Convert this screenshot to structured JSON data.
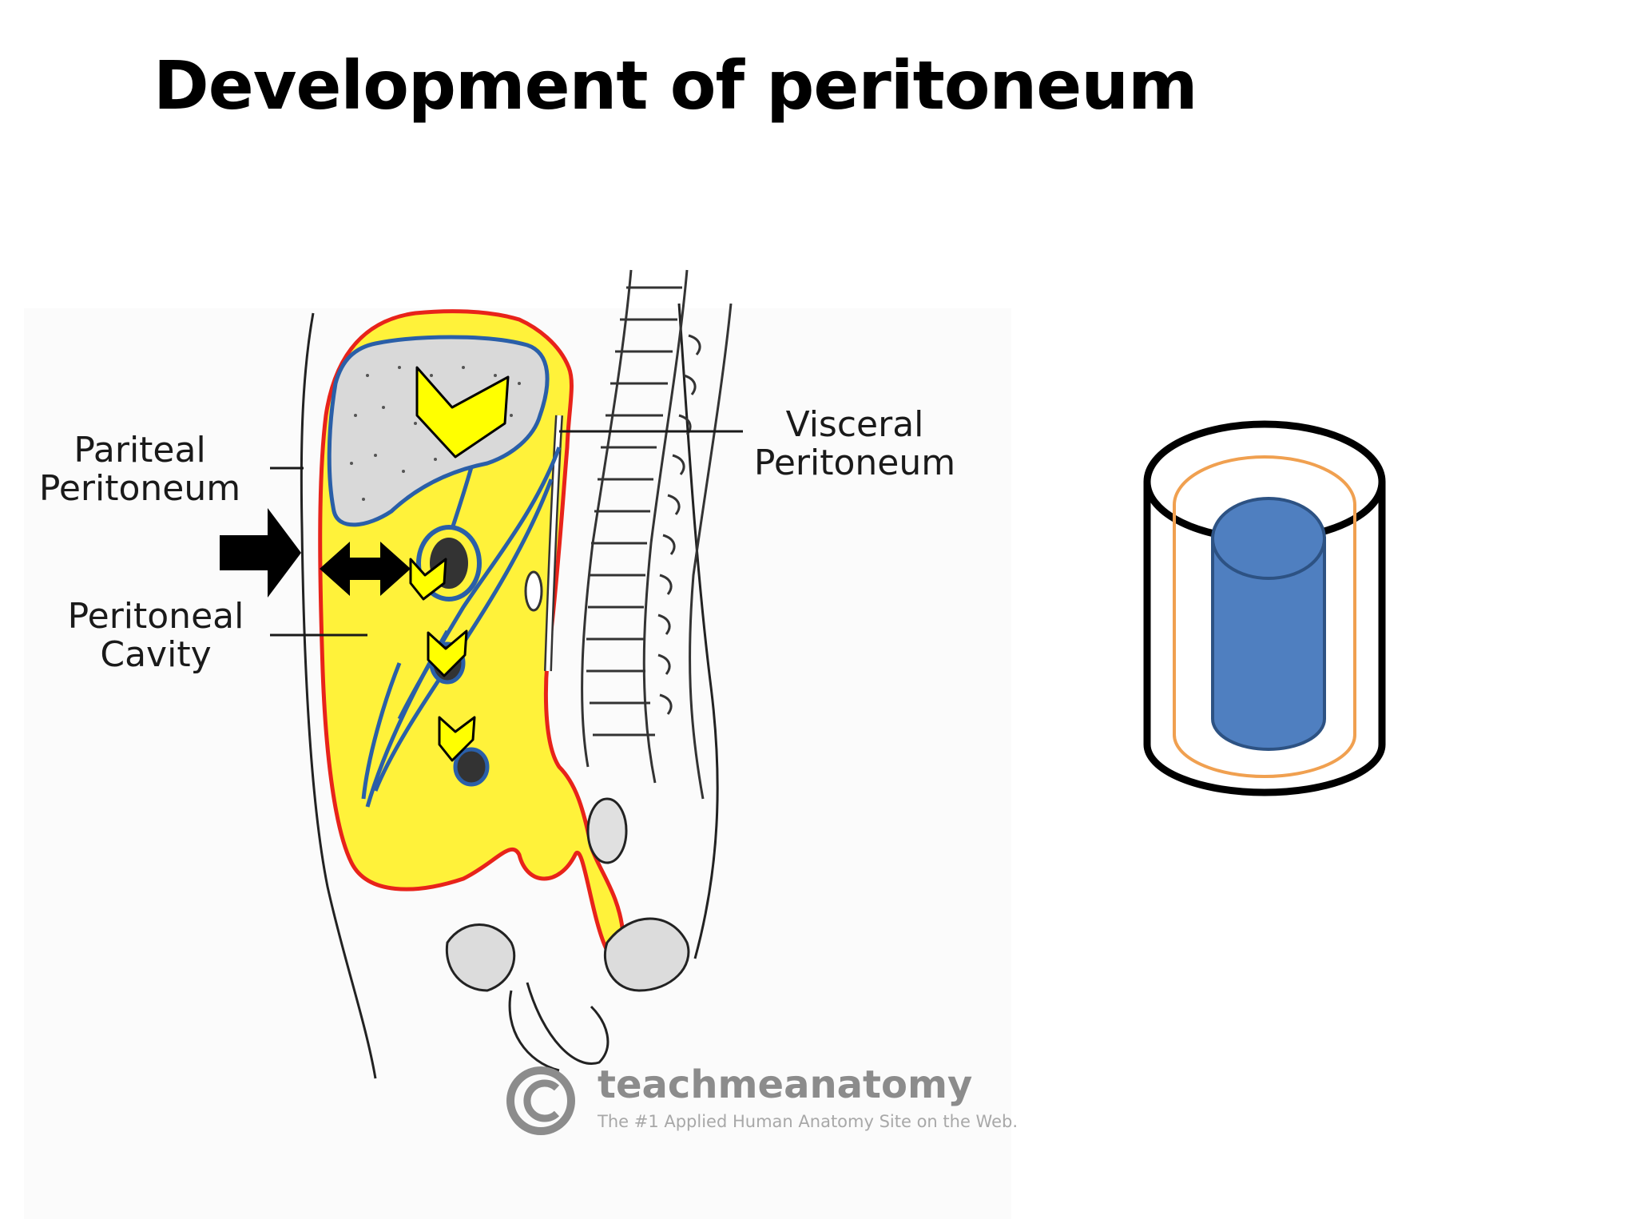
{
  "slide": {
    "title": "Development of peritoneum"
  },
  "labels": {
    "parietal": [
      "Pariteal",
      "Peritoneum"
    ],
    "peritoneal_cavity": [
      "Peritoneal",
      "Cavity"
    ],
    "visceral": [
      "Visceral",
      "Peritoneum"
    ]
  },
  "watermark": {
    "symbol": "©",
    "brand": "teachmeanatomy",
    "tagline": "The #1 Applied Human Anatomy Site on the Web."
  },
  "colors": {
    "peritoneal_cavity_fill": "#fff23a",
    "parietal_line": "#e8231a",
    "visceral_line": "#2a5fa8",
    "chevron_fill": "#ffff00",
    "cylinder_outer": "#000000",
    "cylinder_middle": "#f0a050",
    "cylinder_inner": "#4f7fc0"
  },
  "icons": {
    "pointer_arrow": "right-arrow-icon",
    "double_arrow": "double-headed-arrow-icon",
    "chevrons": "down-chevron-icon",
    "copyright": "copyright-icon"
  }
}
